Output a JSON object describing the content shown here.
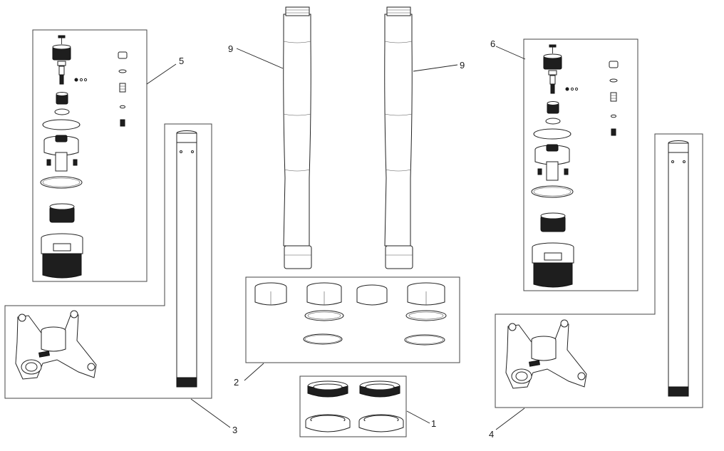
{
  "diagram": {
    "callouts": [
      {
        "id": "1",
        "label": "1"
      },
      {
        "id": "2",
        "label": "2"
      },
      {
        "id": "3",
        "label": "3"
      },
      {
        "id": "4",
        "label": "4"
      },
      {
        "id": "5",
        "label": "5"
      },
      {
        "id": "6",
        "label": "6"
      },
      {
        "id": "9a",
        "label": "9"
      },
      {
        "id": "9b",
        "label": "9"
      }
    ],
    "groups": [
      {
        "id": "seals-kit",
        "callout": "1"
      },
      {
        "id": "bushings-kit",
        "callout": "2"
      },
      {
        "id": "left-leg-assembly",
        "callout": "3"
      },
      {
        "id": "right-leg-assembly",
        "callout": "4"
      },
      {
        "id": "left-cartridge-cap-kit",
        "callout": "5"
      },
      {
        "id": "right-cartridge-cap-kit",
        "callout": "6"
      },
      {
        "id": "outer-tubes",
        "callout": "9"
      }
    ],
    "colors": {
      "line": "#222222",
      "dark_part": "#1e1e1e",
      "background": "#ffffff"
    }
  }
}
